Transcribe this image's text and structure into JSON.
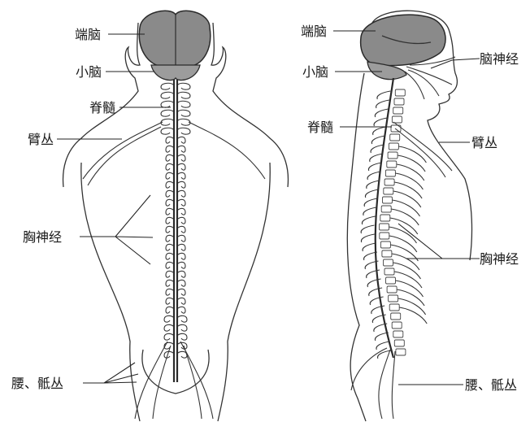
{
  "diagram": {
    "left_figure": {
      "labels": {
        "cerebrum": "端脑",
        "cerebellum": "小脑",
        "spinal_cord": "脊髓",
        "brachial_plexus": "臂丛",
        "thoracic_nerves": "胸神经",
        "lumbosacral_plexus": "腰、骶丛"
      }
    },
    "right_figure": {
      "labels": {
        "cerebrum": "端脑",
        "cerebellum": "小脑",
        "cranial_nerves": "脑神经",
        "spinal_cord": "脊髓",
        "brachial_plexus": "臂丛",
        "thoracic_nerves": "胸神经",
        "lumbosacral_plexus": "腰、骶丛"
      }
    },
    "colors": {
      "brain_fill": "#8a8a8a",
      "line": "#333333",
      "background": "#ffffff"
    }
  }
}
